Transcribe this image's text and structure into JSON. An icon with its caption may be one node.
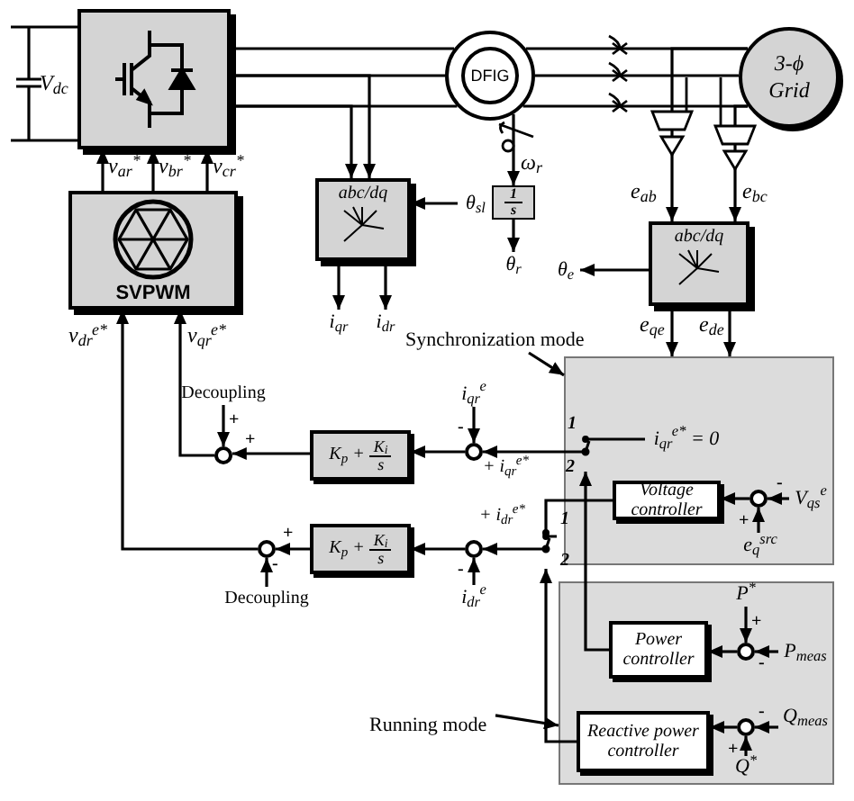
{
  "diagram": {
    "nodes": [
      {
        "text": [],
        "shape": "box"
      },
      {
        "text": [
          "SVPWM"
        ]
      },
      {
        "text": [
          "DFIG"
        ]
      },
      {
        "text": [
          "3-ϕ Grid"
        ]
      },
      {
        "text": [
          "abc/dq"
        ]
      },
      {
        "text": [
          "1",
          "s"
        ]
      },
      {
        "text": [
          "abc/dq"
        ]
      },
      {
        "text": [],
        "shape": "box"
      },
      {
        "text": [],
        "shape": "box"
      },
      {
        "text": [
          "Synchronization mode"
        ]
      },
      {
        "text": [
          "Running mode"
        ]
      },
      {
        "text": [
          "Voltage controller"
        ],
        "in": 7
      },
      {
        "text": [
          "Power controller"
        ],
        "in": 8
      },
      {
        "text": [
          "Reactive power controller"
        ],
        "in": 8
      },
      {
        "text": [],
        "shape": "circle",
        "in": 7
      },
      {
        "text": [],
        "shape": "circle",
        "in": 8
      },
      {
        "text": [],
        "shape": "circle",
        "in": 8
      },
      {
        "text": [],
        "shape": "circle"
      },
      {
        "text": [],
        "shape": "circle"
      },
      {
        "text": [
          "K$_{p}$ +",
          "K$_{i}$",
          "s"
        ]
      },
      {
        "text": [
          "K$_{p}$ +",
          "K$_{i}$",
          "s"
        ]
      },
      {
        "text": [],
        "shape": "circle"
      },
      {
        "text": [],
        "shape": "circle"
      },
      {
        "text": [],
        "shape": "switch",
        "in": 7
      },
      {
        "text": [],
        "shape": "switch"
      },
      {
        "text": [
          "θ$_{sl}$"
        ]
      },
      {
        "text": [
          "i$_{qr}$"
        ]
      },
      {
        "text": [
          "i$_{dr}$"
        ]
      },
      {
        "text": [
          "θ$_{r}$"
        ]
      },
      {
        "text": [
          "θ$_{e}$"
        ]
      },
      {
        "text": [
          "i$_{qr}$$^{e}$"
        ]
      },
      {
        "text": [
          "i$_{dr}$$^{e}$"
        ]
      },
      {
        "text": [
          "Decoupling"
        ]
      },
      {
        "text": [
          "Decoupling"
        ]
      },
      {
        "text": [
          "V$_{qs}$$^{e}$"
        ],
        "in": 7
      },
      {
        "text": [
          "e$_{q}$$^{src}$"
        ],
        "in": 7
      },
      {
        "text": [
          "P$^{*}$"
        ],
        "in": 8
      },
      {
        "text": [
          "P$_{meas}$"
        ],
        "in": 8
      },
      {
        "text": [
          "Q$_{meas}$"
        ],
        "in": 8
      },
      {
        "text": [
          "Q$^{*}$"
        ],
        "in": 8
      },
      {
        "text": [
          "i$_{qr}$$^{e*}$ = 0"
        ],
        "in": 7
      }
    ],
    "edges": [
      {
        "from": 1,
        "to": 0,
        "arrow": "to"
      },
      {
        "from": 1,
        "to": 0,
        "arrow": "to"
      },
      {
        "from": 1,
        "to": 0,
        "arrow": "to"
      },
      {
        "from": 0,
        "to": 2,
        "arrow": "none"
      },
      {
        "from": 0,
        "to": 2,
        "arrow": "none"
      },
      {
        "from": 0,
        "to": 2,
        "arrow": "none"
      },
      {
        "from": 2,
        "to": 3,
        "arrow": "none"
      },
      {
        "from": 2,
        "to": 3,
        "arrow": "none"
      },
      {
        "from": 2,
        "to": 3,
        "arrow": "none"
      },
      {
        "from": 0,
        "to": 4,
        "arrow": "to"
      },
      {
        "from": 0,
        "to": 4,
        "arrow": "to"
      },
      {
        "from": 2,
        "to": 5,
        "arrow": "to"
      },
      {
        "from": 25,
        "to": 4,
        "arrow": "to"
      },
      {
        "from": 4,
        "to": 26,
        "arrow": "to"
      },
      {
        "from": 4,
        "to": 27,
        "arrow": "to"
      },
      {
        "from": 5,
        "to": 28,
        "arrow": "to"
      },
      {
        "from": 3,
        "to": 6,
        "arrow": "to"
      },
      {
        "from": 3,
        "to": 6,
        "arrow": "to"
      },
      {
        "from": 6,
        "to": 29,
        "arrow": "to"
      },
      {
        "from": 6,
        "to": 7,
        "arrow": "to"
      },
      {
        "from": 6,
        "to": 7,
        "arrow": "to"
      },
      {
        "from": 9,
        "to": 7,
        "arrow": "to"
      },
      {
        "from": 11,
        "to": 24,
        "arrow": "other"
      },
      {
        "from": 12,
        "to": 23,
        "arrow": "to"
      },
      {
        "from": 13,
        "to": 24,
        "arrow": "to"
      },
      {
        "from": 23,
        "to": 17,
        "arrow": "to"
      },
      {
        "from": 24,
        "to": 18,
        "arrow": "to"
      },
      {
        "from": 30,
        "to": 17,
        "arrow": "to"
      },
      {
        "from": 31,
        "to": 18,
        "arrow": "to"
      },
      {
        "from": 17,
        "to": 19,
        "arrow": "to"
      },
      {
        "from": 18,
        "to": 20,
        "arrow": "to"
      },
      {
        "from": 19,
        "to": 21,
        "arrow": "to"
      },
      {
        "from": 20,
        "to": 22,
        "arrow": "to"
      },
      {
        "from": 32,
        "to": 21,
        "arrow": "to"
      },
      {
        "from": 33,
        "to": 22,
        "arrow": "to"
      },
      {
        "from": 21,
        "to": 1,
        "arrow": "to"
      },
      {
        "from": 22,
        "to": 1,
        "arrow": "to"
      },
      {
        "from": 14,
        "to": 11,
        "arrow": "to"
      },
      {
        "from": 34,
        "to": 14,
        "arrow": "to"
      },
      {
        "from": 35,
        "to": 14,
        "arrow": "to"
      },
      {
        "from": 15,
        "to": 12,
        "arrow": "to"
      },
      {
        "from": 36,
        "to": 15,
        "arrow": "to"
      },
      {
        "from": 37,
        "to": 15,
        "arrow": "to"
      },
      {
        "from": 16,
        "to": 13,
        "arrow": "to"
      },
      {
        "from": 38,
        "to": 16,
        "arrow": "to"
      },
      {
        "from": 39,
        "to": 16,
        "arrow": "to"
      },
      {
        "from": 10,
        "to": 8,
        "arrow": "to"
      },
      {
        "from": 23,
        "to": 40,
        "arrow": "none"
      }
    ],
    "labels": [
      "V$_{dc}$",
      "v$_{ar}$$^{*}$",
      "v$_{br}$$^{*}$",
      "v$_{cr}$$^{*}$",
      "ω$_{r}$",
      "e$_{ab}$",
      "e$_{bc}$",
      "e$_{qe}$",
      "e$_{de}$",
      "v$_{dr}$$^{e*}$",
      "v$_{qr}$$^{e*}$",
      "+",
      "+",
      "-",
      "1",
      "+ i$_{qr}$$^{e*}$",
      "2",
      "-",
      "+",
      "+ i$_{dr}$$^{e*}$",
      "1",
      "+",
      "-",
      "-",
      "2",
      "+",
      "-",
      "-",
      "+"
    ]
  }
}
